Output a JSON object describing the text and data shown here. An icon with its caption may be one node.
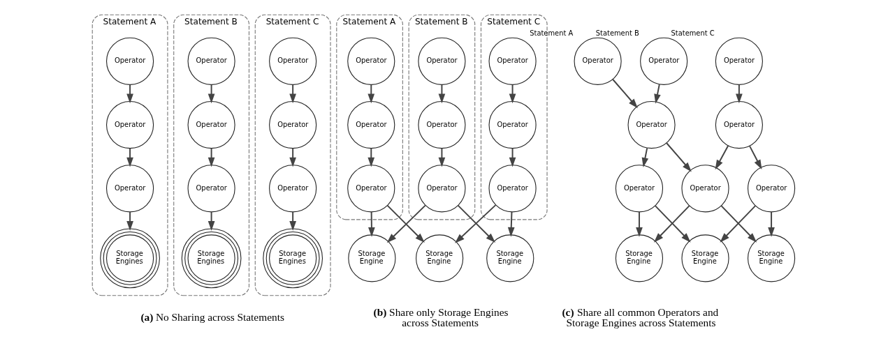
{
  "diagram": {
    "nodes": [
      {
        "text": [
          "Statement A"
        ]
      },
      {
        "text": [
          "Operator"
        ],
        "in": 0
      },
      {
        "text": [
          "Operator"
        ],
        "in": 0
      },
      {
        "text": [
          "Operator"
        ],
        "in": 0
      },
      {
        "text": [
          "Storage Engines"
        ],
        "in": 0
      },
      {
        "text": [
          "Statement B"
        ]
      },
      {
        "text": [
          "Operator"
        ],
        "in": 5
      },
      {
        "text": [
          "Operator"
        ],
        "in": 5
      },
      {
        "text": [
          "Operator"
        ],
        "in": 5
      },
      {
        "text": [
          "Storage Engines"
        ],
        "in": 5
      },
      {
        "text": [
          "Statement C"
        ]
      },
      {
        "text": [
          "Operator"
        ],
        "in": 10
      },
      {
        "text": [
          "Operator"
        ],
        "in": 10
      },
      {
        "text": [
          "Operator"
        ],
        "in": 10
      },
      {
        "text": [
          "Storage Engines"
        ],
        "in": 10
      },
      {
        "text": [
          "Statement A"
        ]
      },
      {
        "text": [
          "Operator"
        ],
        "in": 15
      },
      {
        "text": [
          "Operator"
        ],
        "in": 15
      },
      {
        "text": [
          "Operator"
        ],
        "in": 15
      },
      {
        "text": [
          "Statement B"
        ]
      },
      {
        "text": [
          "Operator"
        ],
        "in": 19
      },
      {
        "text": [
          "Operator"
        ],
        "in": 19
      },
      {
        "text": [
          "Operator"
        ],
        "in": 19
      },
      {
        "text": [
          "Statement C"
        ]
      },
      {
        "text": [
          "Operator"
        ],
        "in": 23
      },
      {
        "text": [
          "Operator"
        ],
        "in": 23
      },
      {
        "text": [
          "Operator"
        ],
        "in": 23
      },
      {
        "text": [
          "Storage Engine"
        ]
      },
      {
        "text": [
          "Storage Engine"
        ]
      },
      {
        "text": [
          "Storage Engine"
        ]
      },
      {
        "text": [
          "Operator"
        ],
        "beside": [
          "Statement A"
        ]
      },
      {
        "text": [
          "Operator"
        ],
        "beside": [
          "Statement B"
        ]
      },
      {
        "text": [
          "Operator"
        ],
        "beside": [
          "Statement C"
        ]
      },
      {
        "text": [
          "Operator"
        ]
      },
      {
        "text": [
          "Operator"
        ]
      },
      {
        "text": [
          "Operator"
        ]
      },
      {
        "text": [
          "Operator"
        ]
      },
      {
        "text": [
          "Operator"
        ]
      },
      {
        "text": [
          "Storage Engine"
        ]
      },
      {
        "text": [
          "Storage Engine"
        ]
      },
      {
        "text": [
          "Storage Engine"
        ]
      }
    ],
    "edges": [
      {
        "from": 1,
        "to": 2,
        "arrow": "to"
      },
      {
        "from": 2,
        "to": 3,
        "arrow": "to"
      },
      {
        "from": 3,
        "to": 4,
        "arrow": "to"
      },
      {
        "from": 6,
        "to": 7,
        "arrow": "to"
      },
      {
        "from": 7,
        "to": 8,
        "arrow": "to"
      },
      {
        "from": 8,
        "to": 9,
        "arrow": "to"
      },
      {
        "from": 11,
        "to": 12,
        "arrow": "to"
      },
      {
        "from": 12,
        "to": 13,
        "arrow": "to"
      },
      {
        "from": 13,
        "to": 14,
        "arrow": "to"
      },
      {
        "from": 16,
        "to": 17,
        "arrow": "to"
      },
      {
        "from": 17,
        "to": 18,
        "arrow": "to"
      },
      {
        "from": 20,
        "to": 21,
        "arrow": "to"
      },
      {
        "from": 21,
        "to": 22,
        "arrow": "to"
      },
      {
        "from": 24,
        "to": 25,
        "arrow": "to"
      },
      {
        "from": 25,
        "to": 26,
        "arrow": "to"
      },
      {
        "from": 18,
        "to": 27,
        "arrow": "to"
      },
      {
        "from": 18,
        "to": 28,
        "arrow": "to"
      },
      {
        "from": 22,
        "to": 27,
        "arrow": "to"
      },
      {
        "from": 22,
        "to": 29,
        "arrow": "to"
      },
      {
        "from": 26,
        "to": 28,
        "arrow": "to"
      },
      {
        "from": 26,
        "to": 29,
        "arrow": "to"
      },
      {
        "from": 30,
        "to": 33,
        "arrow": "to"
      },
      {
        "from": 31,
        "to": 33,
        "arrow": "to"
      },
      {
        "from": 32,
        "to": 34,
        "arrow": "to"
      },
      {
        "from": 33,
        "to": 35,
        "arrow": "to"
      },
      {
        "from": 33,
        "to": 37,
        "arrow": "to"
      },
      {
        "from": 34,
        "to": 36,
        "arrow": "to"
      },
      {
        "from": 34,
        "to": 37,
        "arrow": "to"
      },
      {
        "from": 35,
        "to": 38,
        "arrow": "to"
      },
      {
        "from": 35,
        "to": 39,
        "arrow": "to"
      },
      {
        "from": 36,
        "to": 38,
        "arrow": "to"
      },
      {
        "from": 36,
        "to": 40,
        "arrow": "to"
      },
      {
        "from": 37,
        "to": 39,
        "arrow": "to"
      },
      {
        "from": 37,
        "to": 40,
        "arrow": "to"
      }
    ],
    "labels": [
      "**(a)** No Sharing across Statements",
      "**(b)** Share only Storage Engines across Statements",
      "**(c)** Share all common Operators and Storage Engines across Statements"
    ]
  }
}
